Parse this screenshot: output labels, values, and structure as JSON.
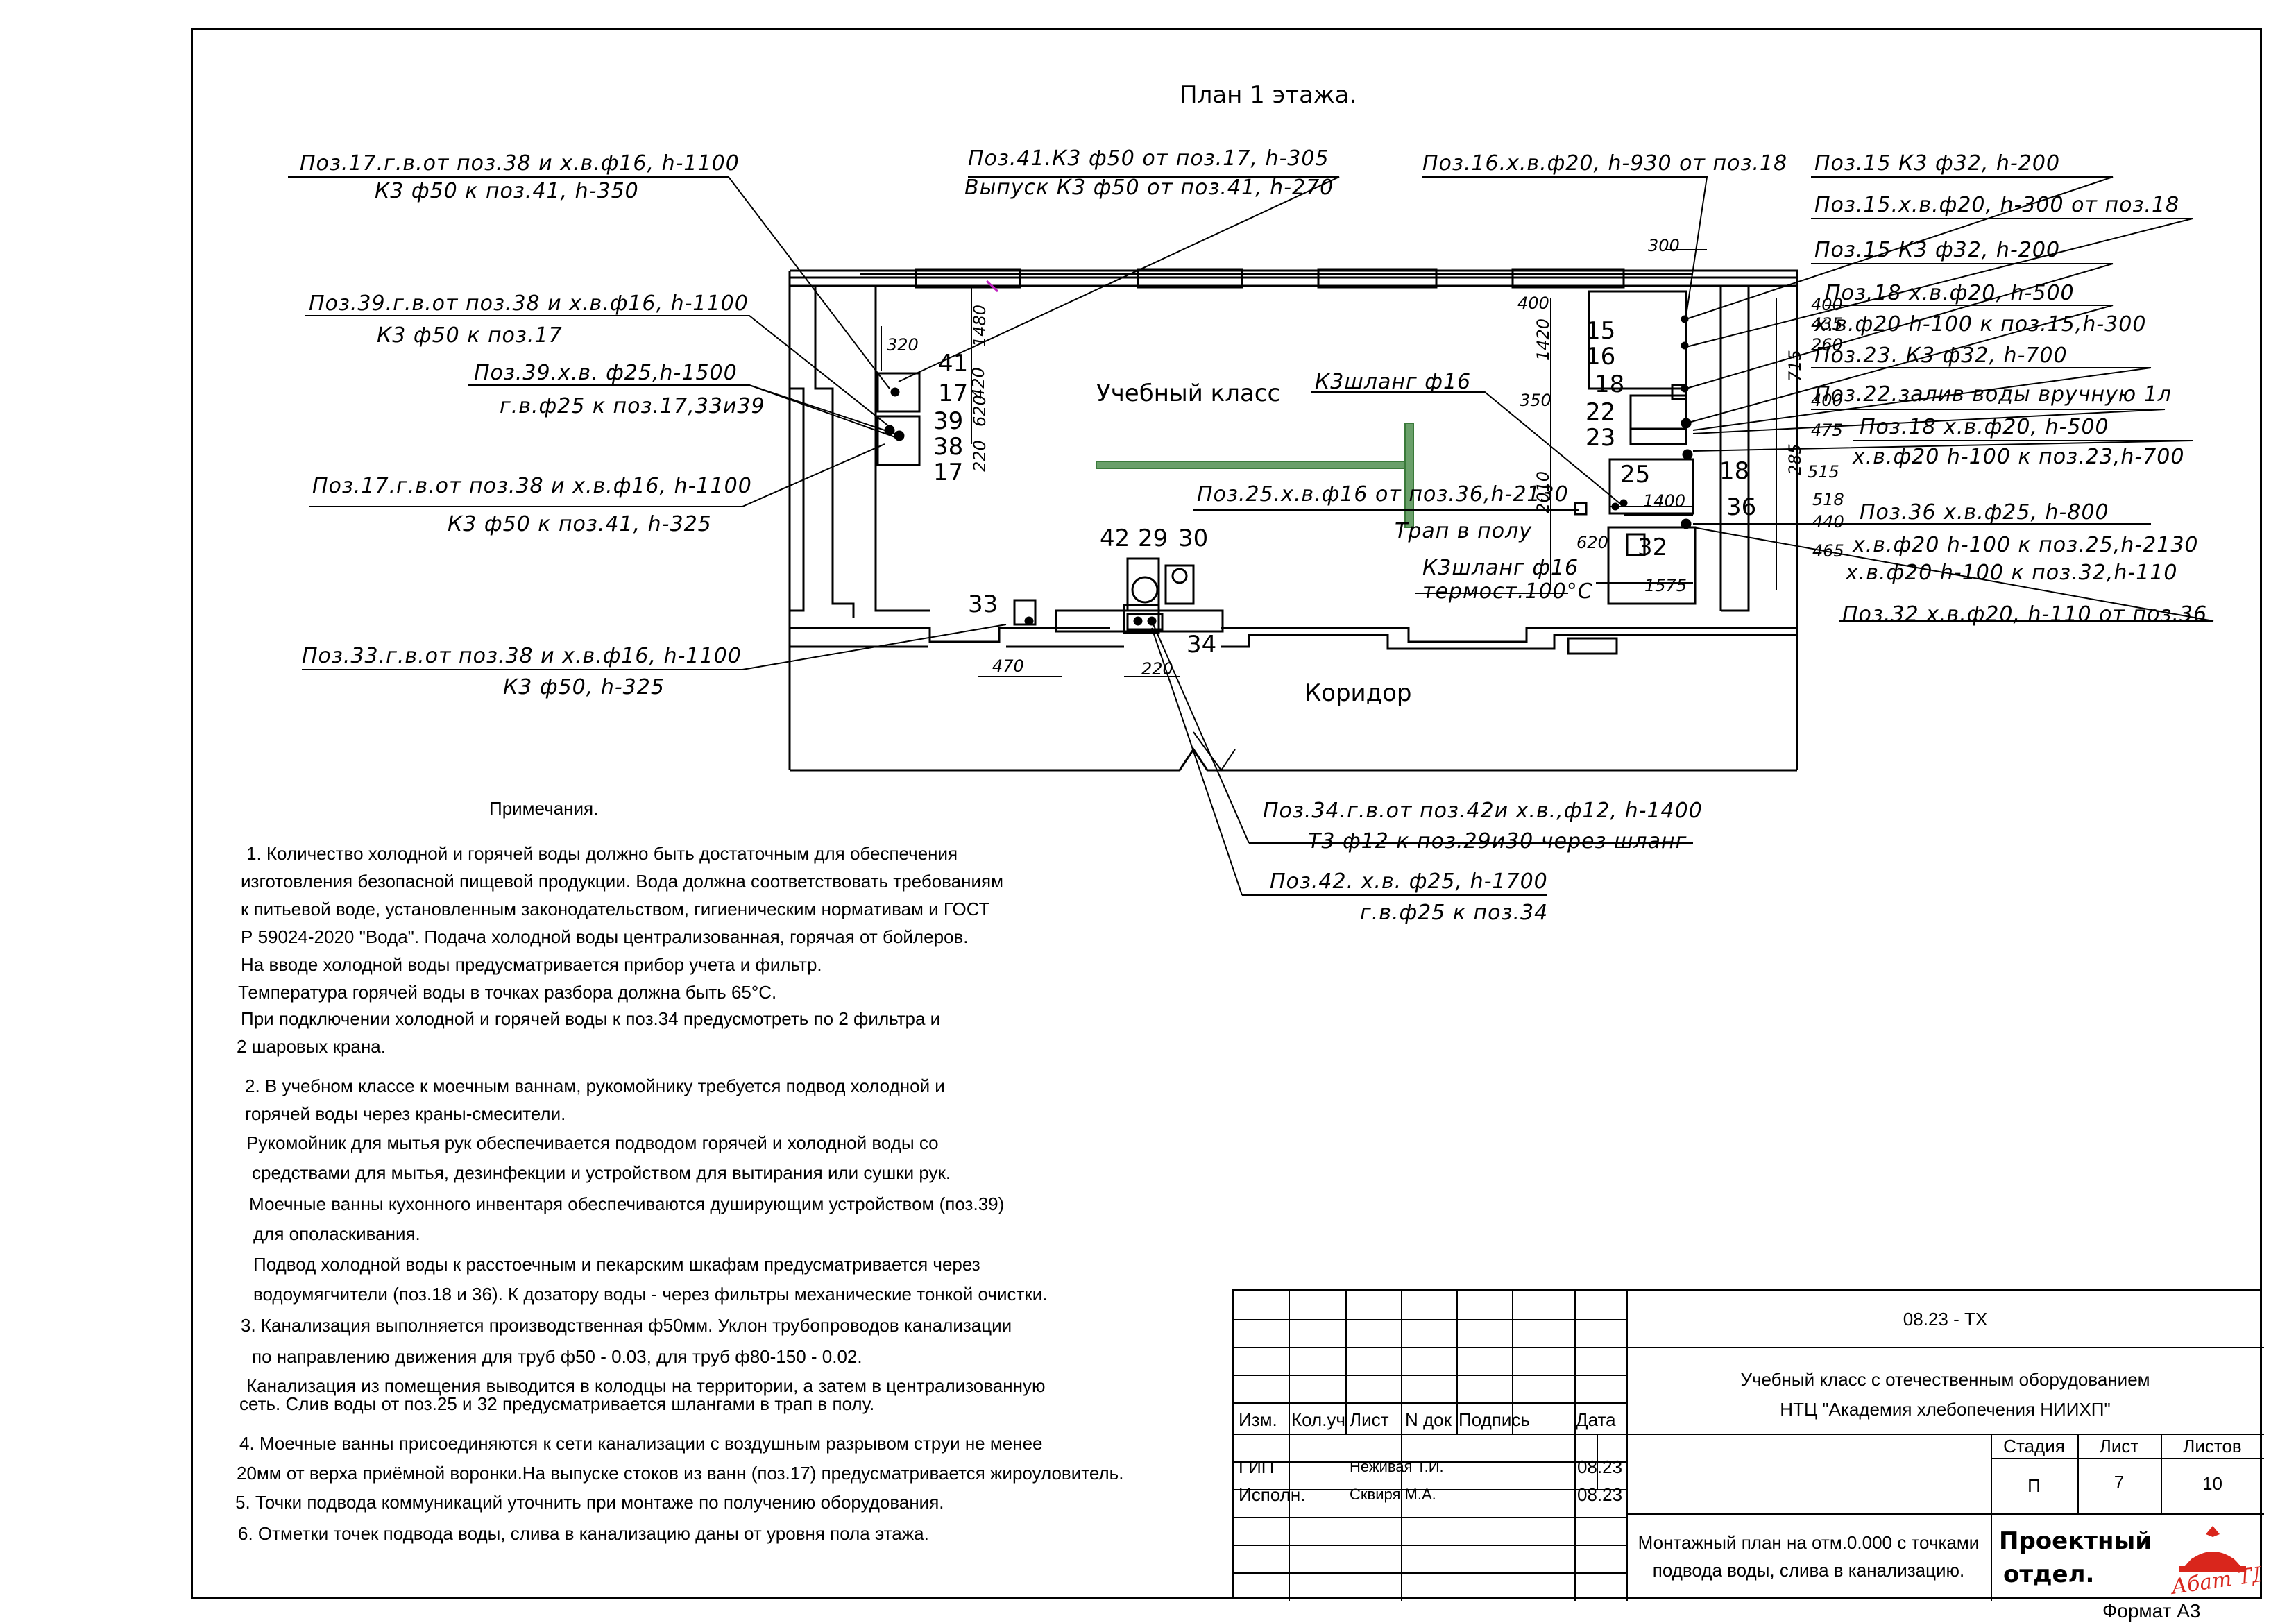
{
  "plan_title": "План 1 этажа.",
  "rooms": {
    "classroom": "Учебный класс",
    "corridor": "Коридор"
  },
  "callouts": {
    "c17_top_1": "Поз.17.г.в.от поз.38 и х.в.ф16, h-1100",
    "c17_top_2": "К3 ф50 к поз.41, h-350",
    "c39_1": "Поз.39.г.в.от поз.38 и х.в.ф16, h-1100",
    "c39_2": "К3 ф50 к поз.17",
    "c39b_1": "Поз.39.х.в. ф25,h-1500",
    "c39b_2": "г.в.ф25 к поз.17,33и39",
    "c17_bot_1": "Поз.17.г.в.от поз.38 и х.в.ф16, h-1100",
    "c17_bot_2": "К3 ф50 к поз.41, h-325",
    "c33_1": "Поз.33.г.в.от поз.38 и х.в.ф16, h-1100",
    "c33_2": "К3 ф50, h-325",
    "c41_1": "Поз.41.К3 ф50 от поз.17, h-305",
    "c41_2": "Выпуск К3 ф50 от поз.41, h-270",
    "c16": "Поз.16.х.в.ф20, h-930 от поз.18",
    "c15a": "Поз.15 К3 ф32, h-200",
    "c15b": "Поз.15.х.в.ф20, h-300 от поз.18",
    "c15c": "Поз.15 К3 ф32, h-200",
    "c18a_1": "Поз.18 х.в.ф20, h-500",
    "c18a_2": "х.в.ф20 h-100 к поз.15,h-300",
    "c23": "Поз.23. К3 ф32, h-700",
    "c22": "Поз.22.залив воды вручную 1л",
    "c18b_1": "Поз.18 х.в.ф20, h-500",
    "c18b_2": "х.в.ф20 h-100 к поз.23,h-700",
    "c36_1": "Поз.36 х.в.ф25, h-800",
    "c36_2": "х.в.ф20 h-100 к поз.25,h-2130",
    "c36_3": "х.в.ф20 h-100 к поз.32,h-110",
    "c32": "Поз.32 х.в.ф20, h-110 от поз.36",
    "c25": "Поз.25.х.в.ф16 от поз.36,h-2130",
    "hose_top": "К3шланг ф16",
    "trap": "Трап в полу",
    "hose_bot": "К3шланг ф16",
    "thermo": "термост.100°С",
    "c34_1": "Поз.34.г.в.от поз.42и х.в.,ф12, h-1400",
    "c34_2": "Т3 ф12 к поз.29и30 через шланг",
    "c42_1": "Поз.42. х.в. ф25, h-1700",
    "c42_2": "г.в.ф25 к поз.34"
  },
  "positions": {
    "p41": "41",
    "p17a": "17",
    "p39": "39",
    "p38": "38",
    "p17b": "17",
    "p15": "15",
    "p16": "16",
    "p18a": "18",
    "p22": "22",
    "p23": "23",
    "p25": "25",
    "p18b": "18",
    "p36": "36",
    "p32": "32",
    "p42": "42",
    "p29": "29",
    "p30": "30",
    "p33": "33",
    "p34": "34"
  },
  "dimensions": {
    "d320": "320",
    "d1480": "1480",
    "d420": "420",
    "d620": "620",
    "d220v": "220",
    "d300": "300",
    "d400a": "400",
    "d1420": "1420",
    "d350": "350",
    "d2010": "2010",
    "d400b": "400",
    "d435": "435",
    "d260": "260",
    "d715": "715",
    "d400c": "400",
    "d475": "475",
    "d285": "285",
    "d515": "515",
    "d518": "518",
    "d440": "440",
    "d465": "465",
    "d1400": "1400",
    "d1575": "1575",
    "d620b": "620",
    "d470": "470",
    "d220h": "220"
  },
  "notes": {
    "heading": "Примечания.",
    "lines": [
      "1. Количество холодной и горячей воды должно быть достаточным для обеспечения",
      "изготовления безопасной пищевой продукции. Вода должна соответствовать требованиям",
      "к питьевой воде, установленным законодательством, гигиеническим нормативам и ГОСТ",
      "Р 59024-2020 \"Вода\". Подача холодной воды централизованная, горячая от бойлеров.",
      "На вводе холодной воды предусматривается прибор учета и фильтр.",
      "Температура горячей воды в точках разбора должна быть 65°С.",
      "При подключении холодной и горячей воды к поз.34 предусмотреть по 2 фильтра и",
      "2 шаровых крана.",
      "2. В учебном классе к моечным ваннам, рукомойнику требуется подвод холодной и",
      "горячей воды через краны-смесители.",
      "Рукомойник для мытья рук обеспечивается подводом горячей и холодной воды со",
      "средствами для мытья, дезинфекции и устройством для вытирания или сушки рук.",
      "Моечные ванны кухонного инвентаря обеспечиваются душирующим устройством (поз.39)",
      "для ополаскивания.",
      "Подвод холодной воды к расстоечным и пекарским шкафам предусматривается через",
      "водоумягчители (поз.18 и 36). К дозатору воды - через фильтры механические тонкой очистки.",
      "3. Канализация выполняется производственная ф50мм. Уклон трубопроводов канализации",
      "по направлению движения для труб ф50 - 0.03, для труб ф80-150 - 0.02.",
      "Канализация из помещения выводится в колодцы на территории, а затем в централизованную",
      "сеть. Слив воды от поз.25 и 32 предусматривается шлангами в трап в полу.",
      "4. Моечные ванны присоединяются к сети канализации с воздушным разрывом струи не менее",
      "20мм от верха приёмной воронки.На выпуске стоков из ванн (поз.17) предусматривается жироуловитель.",
      "5. Точки подвода коммуникаций уточнить при монтаже по получению оборудования.",
      "6. Отметки точек подвода воды, слива в канализацию даны от уровня пола этажа."
    ]
  },
  "stamp": {
    "code": "08.23 - ТХ",
    "project_line1": "Учебный класс с отечественным оборудованием",
    "project_line2": "НТЦ \"Академия хлебопечения НИИХП\"",
    "col_izm": "Изм.",
    "col_kol": "Кол.уч",
    "col_list": "Лист",
    "col_ndok": "N док",
    "col_podp": "Подпись",
    "col_data": "Дата",
    "role_gip": "ГИП",
    "name_gip": "Неживая Т.И.",
    "date_gip": "08.23",
    "role_isp": "Исполн.",
    "name_isp": "Сквиря М.А.",
    "date_isp": "08.23",
    "hdr_stage": "Стадия",
    "hdr_sheet": "Лист",
    "hdr_sheets": "Листов",
    "stage": "П",
    "sheet": "7",
    "sheets": "10",
    "drawing_title_1": "Монтажный план на отм.0.000 с точками",
    "drawing_title_2": "подвода воды, слива в канализацию.",
    "dept_1": "Проектный",
    "dept_2": "отдел.",
    "logo_text": "Абат ТД"
  },
  "format": "Формат А3",
  "colors": {
    "line": "#000000",
    "green_wall": "#6aa06a",
    "logo_red": "#d9261c",
    "magenta_mark": "#c020c0"
  }
}
